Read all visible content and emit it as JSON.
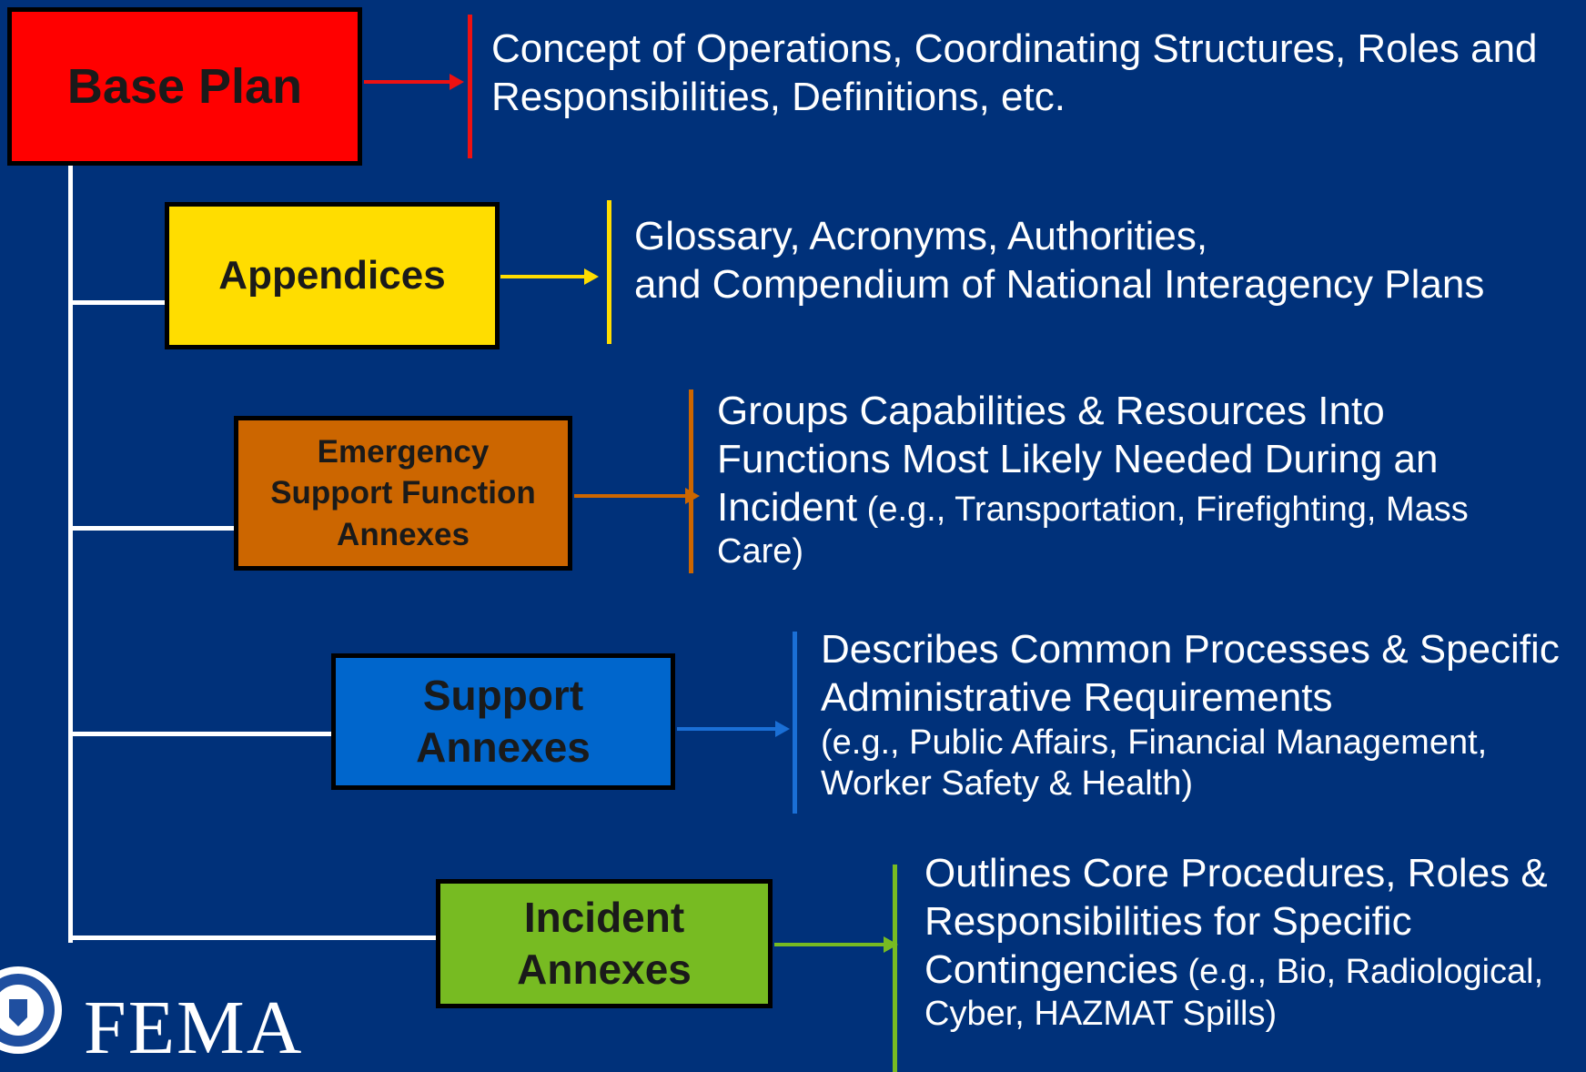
{
  "base_plan": {
    "label": "Base Plan",
    "color": "#ff0000",
    "desc": "Concept of Operations, Coordinating Structures, Roles and Responsibilities, Definitions, etc."
  },
  "appendices": {
    "label": "Appendices",
    "color": "#ffdd00",
    "desc_line1": "Glossary, Acronyms, Authorities,",
    "desc_line2": "and Compendium of National Interagency Plans"
  },
  "esf_annexes": {
    "label_line1": "Emergency",
    "label_line2": "Support Function",
    "label_line3": "Annexes",
    "color": "#cc6600",
    "desc_main": "Groups Capabilities & Resources Into Functions Most Likely Needed During an Incident",
    "desc_examples": " (e.g., Transportation, Firefighting, Mass Care)"
  },
  "support_annexes": {
    "label_line1": "Support",
    "label_line2": "Annexes",
    "color": "#0066cc",
    "desc_main": "Describes Common Processes & Specific Administrative Requirements",
    "desc_examples": "(e.g., Public Affairs, Financial Management, Worker Safety & Health)"
  },
  "incident_annexes": {
    "label_line1": "Incident",
    "label_line2": "Annexes",
    "color": "#77bb22",
    "desc_main": "Outlines Core Procedures, Roles & Responsibilities for Specific Contingencies",
    "desc_examples": "  (e.g., Bio, Radiological, Cyber, HAZMAT Spills)"
  },
  "logo": {
    "text": "FEMA"
  }
}
